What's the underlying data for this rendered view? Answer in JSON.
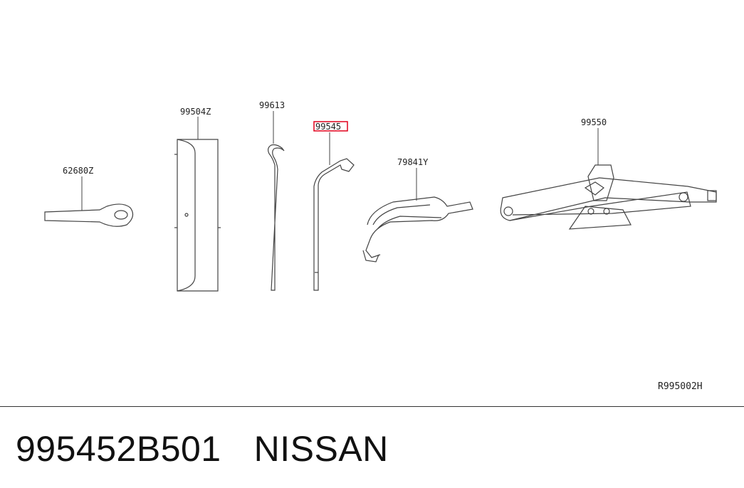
{
  "diagram": {
    "callouts": [
      {
        "id": "tow-hook",
        "label": "62680Z"
      },
      {
        "id": "tool-bag",
        "label": "99504Z"
      },
      {
        "id": "jack-handle",
        "label": "99613"
      },
      {
        "id": "wheel-wrench",
        "label": "99545",
        "highlighted": true
      },
      {
        "id": "bracket",
        "label": "79841Y"
      },
      {
        "id": "jack",
        "label": "99550"
      }
    ],
    "reference_code": "R995002H",
    "highlight_color": "#e0001b"
  },
  "footer": {
    "part_number": "995452B501",
    "brand": "NISSAN"
  }
}
